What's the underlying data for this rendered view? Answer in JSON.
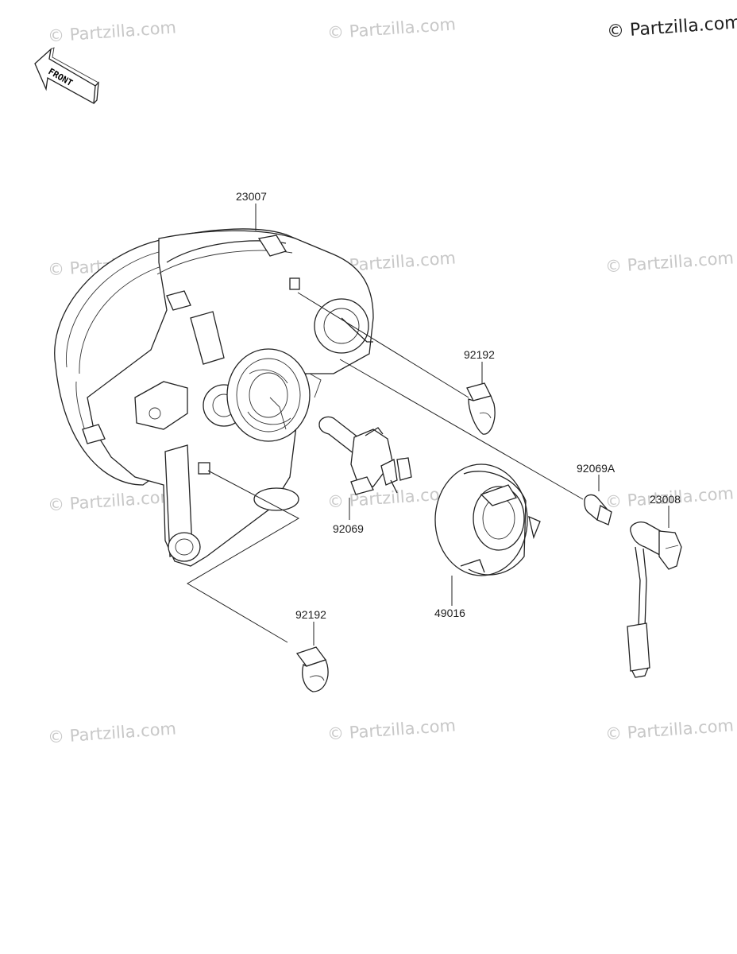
{
  "watermarks": [
    "© Partzilla.com",
    "© Partzilla.com",
    "© Partzilla.com",
    "© Partzilla.com",
    "© Partzilla.com",
    "© Partzilla.com",
    "© Partzilla.com",
    "© Partzilla.com",
    "© Partzilla.com",
    "© Partzilla.com",
    "© Partzilla.com"
  ],
  "corner_watermark": "© Partzilla.com",
  "front_indicator": "FRONT",
  "parts": {
    "headlight_assembly": "23007",
    "bulb_socket_cover_top": "92192",
    "main_bulb": "92069",
    "dust_cover": "49016",
    "position_bulb": "92069A",
    "position_socket": "23008",
    "bulb_socket_cover_bottom": "92192"
  }
}
